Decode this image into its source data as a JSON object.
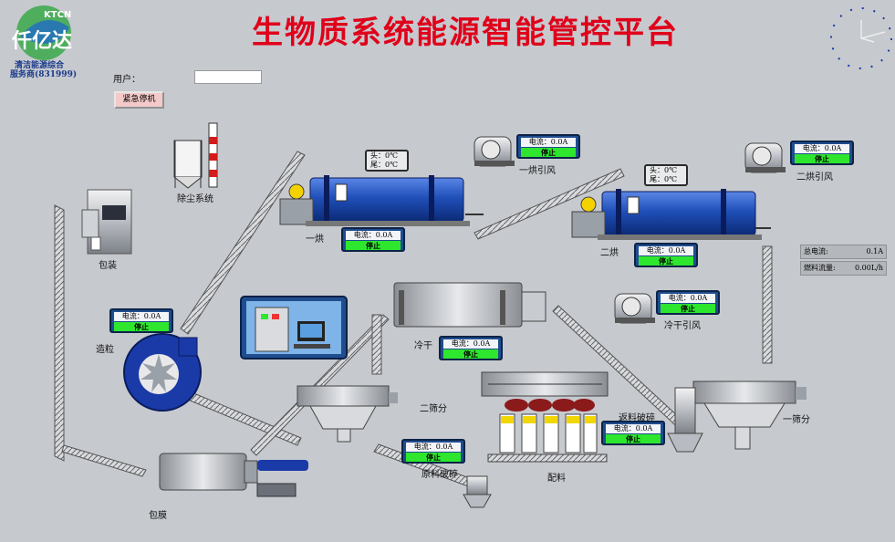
{
  "title": "生物质系统能源智能管控平台",
  "logo": {
    "brand": "KTCN",
    "name": "仟亿达",
    "sub1": "清洁能源综合",
    "sub2": "服务商(831999)"
  },
  "user": {
    "label": "用户：",
    "value": ""
  },
  "emergency_stop": "紧急停机",
  "summary": {
    "total_current_label": "总电流:",
    "total_current_value": "0.1A",
    "fuel_flow_label": "燃料流量:",
    "fuel_flow_value": "0.00L/h"
  },
  "equipment_labels": {
    "dust": "除尘系统",
    "packing": "包装",
    "pellet": "造粒",
    "coating": "包膜",
    "dryer1": "一烘",
    "dryer2": "二烘",
    "fan1": "一烘引风",
    "fan2": "二烘引风",
    "cool_fan": "冷干引风",
    "cooler": "冷干",
    "screen2": "二筛分",
    "screen1": "一筛分",
    "return_crush": "返料破碎",
    "raw_crush": "原料破碎",
    "batching": "配料"
  },
  "temps": {
    "dryer1": {
      "head": "头：0℃",
      "tail": "尾：0℃"
    },
    "dryer2": {
      "head": "头：0℃",
      "tail": "尾：0℃"
    }
  },
  "status_panels": {
    "fan1": {
      "current": "电流：0.0A",
      "state": "停止"
    },
    "fan2": {
      "current": "电流：0.0A",
      "state": "停止"
    },
    "dryer1": {
      "current": "电流：0.0A",
      "state": "停止"
    },
    "dryer2": {
      "current": "电流：0.0A",
      "state": "停止"
    },
    "pellet": {
      "current": "电流：0.0A",
      "state": "停止"
    },
    "cool_fan": {
      "current": "电流：0.0A",
      "state": "停止"
    },
    "cooler": {
      "current": "电流：0.0A",
      "state": "停止"
    },
    "return_crush": {
      "current": "电流：0.0A",
      "state": "停止"
    },
    "raw_crush": {
      "current": "电流：0.0A",
      "state": "停止"
    }
  },
  "colors": {
    "background": "#c6c9ce",
    "title_red": "#e0001a",
    "drum_blue": "#1f4fb8",
    "running_green": "#2ee62e",
    "panel_navy": "#1f4d8f"
  }
}
